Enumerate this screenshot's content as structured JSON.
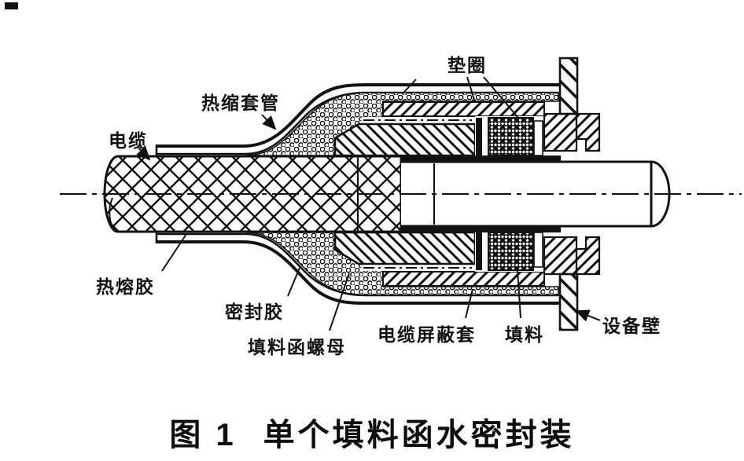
{
  "figure": {
    "caption": {
      "number": "图 1",
      "title": "单个填料函水密封装"
    },
    "labels": {
      "cable": "电缆",
      "heat_shrink_tube": "热缩套管",
      "washer": "垫圈",
      "hot_melt_adhesive": "热熔胶",
      "sealant": "密封胶",
      "gland_nut": "填料函螺母",
      "cable_shield_sleeve": "电缆屏蔽套",
      "packing": "填料",
      "equipment_wall": "设备壁"
    },
    "colors": {
      "ink": "#121212",
      "paper": "#ffffff"
    }
  }
}
